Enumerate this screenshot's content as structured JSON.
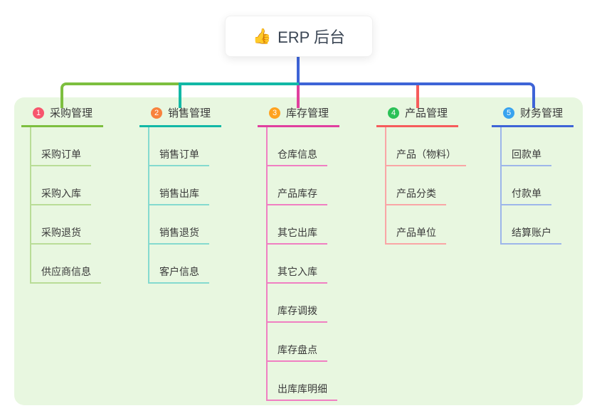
{
  "root": {
    "icon": "👍",
    "label": "ERP 后台"
  },
  "branches": [
    {
      "badge": "1",
      "label": "采购管理",
      "color": "#7dbf3f",
      "light": "#b9dd97",
      "badge_color": "#f7566d",
      "children": [
        "采购订单",
        "采购入库",
        "采购退货",
        "供应商信息"
      ]
    },
    {
      "badge": "2",
      "label": "销售管理",
      "color": "#12b8a6",
      "light": "#84dacf",
      "badge_color": "#f8823d",
      "children": [
        "销售订单",
        "销售出库",
        "销售退货",
        "客户信息"
      ]
    },
    {
      "badge": "3",
      "label": "库存管理",
      "color": "#e0409f",
      "light": "#f07fc2",
      "badge_color": "#ffa21f",
      "children": [
        "仓库信息",
        "产品库存",
        "其它出库",
        "其它入库",
        "库存调拨",
        "库存盘点",
        "出库库明细"
      ]
    },
    {
      "badge": "4",
      "label": "产品管理",
      "color": "#f65c5c",
      "light": "#f9a6a6",
      "badge_color": "#2bc157",
      "children": [
        "产品（物料）",
        "产品分类",
        "产品单位"
      ]
    },
    {
      "badge": "5",
      "label": "财务管理",
      "color": "#3e64d7",
      "light": "#9db6ea",
      "badge_color": "#38a3ef",
      "children": [
        "回款单",
        "付款单",
        "结算账户"
      ]
    }
  ],
  "colors": {
    "panel": "#e8f7e0",
    "root_line": "#3e64d7",
    "text": "#3a3a3a"
  }
}
